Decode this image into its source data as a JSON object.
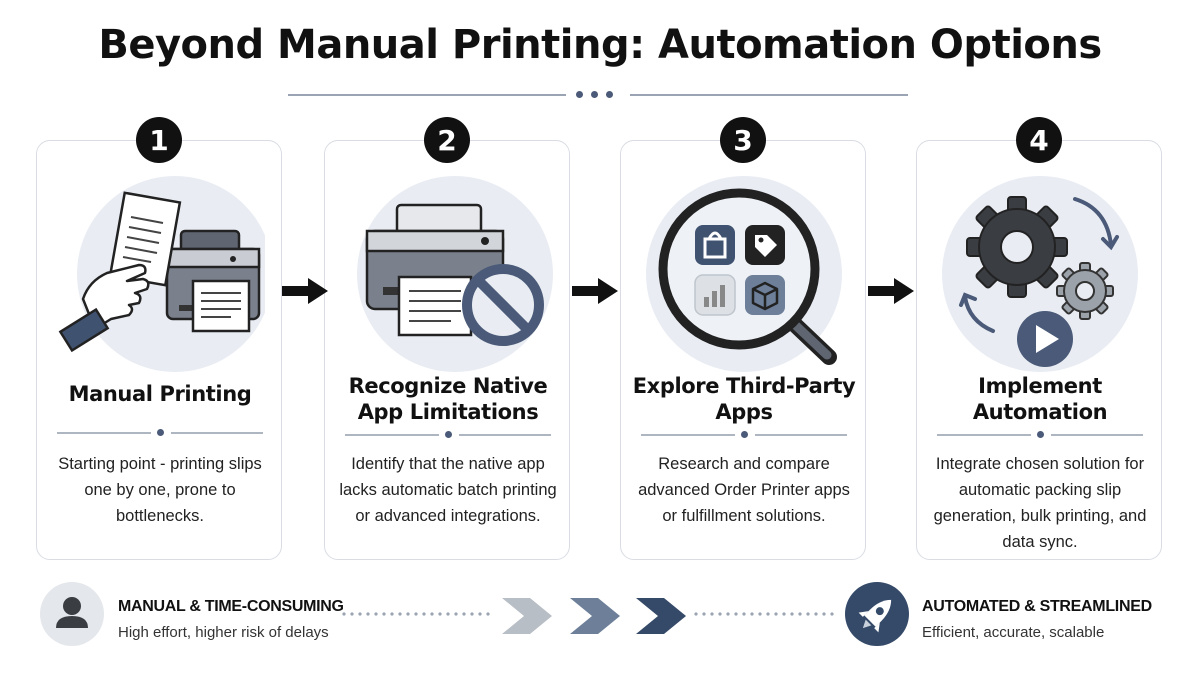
{
  "title": "Beyond Manual Printing: Automation Options",
  "steps": [
    {
      "number": "1",
      "title": "Manual Printing",
      "description": "Starting point - printing slips one by one, prone to bottlenecks."
    },
    {
      "number": "2",
      "title": "Recognize Native App Limitations",
      "description": "Identify that the native app lacks automatic batch printing or advanced integrations."
    },
    {
      "number": "3",
      "title": "Explore Third-Party Apps",
      "description": "Research and compare advanced Order Printer apps or fulfillment solutions."
    },
    {
      "number": "4",
      "title": "Implement Automation",
      "description": "Integrate chosen solution for automatic packing slip generation, bulk printing, and data sync."
    }
  ],
  "footer": {
    "left": {
      "heading": "MANUAL & TIME-CONSUMING",
      "subtext": "High effort, higher risk of delays"
    },
    "right": {
      "heading": "AUTOMATED & STREAMLINED",
      "subtext": "Efficient, accurate, scalable"
    }
  },
  "colors": {
    "accent_navy": "#354a68",
    "slate": "#4a5a78",
    "light_circle": "#e9edf3",
    "chevron_light": "#b8bec6",
    "chevron_mid": "#6d7f99",
    "chevron_dark": "#354a68"
  },
  "icons": [
    "hand-holding-paper-icon",
    "printer-icon",
    "prohibited-icon",
    "magnifying-glass-icon",
    "shopping-bag-icon",
    "tag-icon",
    "bar-chart-icon",
    "box-icon",
    "gear-icon",
    "play-icon",
    "cycle-arrows-icon",
    "user-icon",
    "rocket-icon",
    "right-arrow-icon",
    "chevron-icon"
  ]
}
